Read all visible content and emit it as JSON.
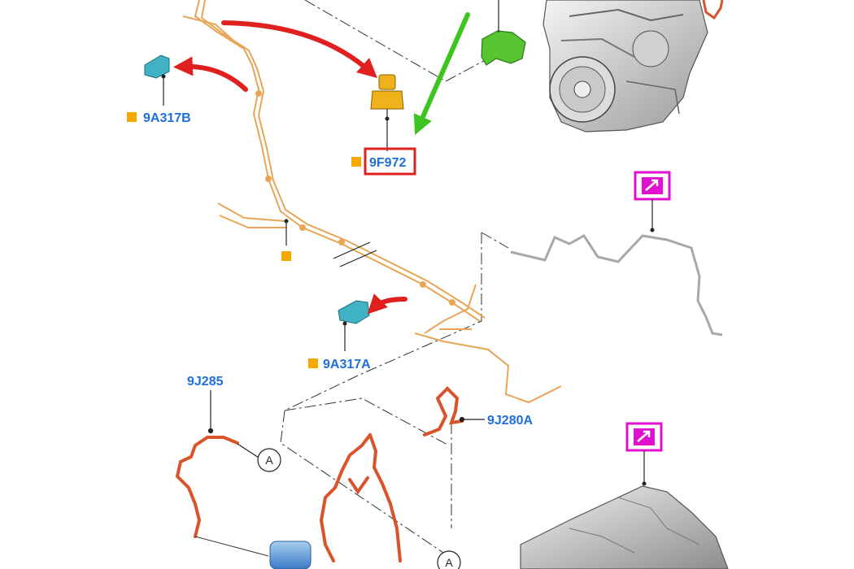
{
  "colors": {
    "part_label": "#1e6fd9",
    "marker_square": "#f5a800",
    "highlight_box": "#e0201e",
    "red_arrow": "#e0201e",
    "green_arrow": "#3ec41f",
    "fuel_line": "#e8a557",
    "hose": "#d9542b",
    "sensor_yellow": "#f0b21a",
    "connector_cyan": "#3fb3c4",
    "magenta_box": "#e10fcf",
    "grey_line": "#a8a8a8"
  },
  "labels": {
    "part_9a317b": "9A317B",
    "part_9f972": "9F972",
    "part_9a317a": "9A317A",
    "part_9j285": "9J285",
    "part_9j280a": "9J280A",
    "circle_a": "A"
  },
  "icons": {
    "ref_icon": "external-reference-arrow-icon"
  }
}
